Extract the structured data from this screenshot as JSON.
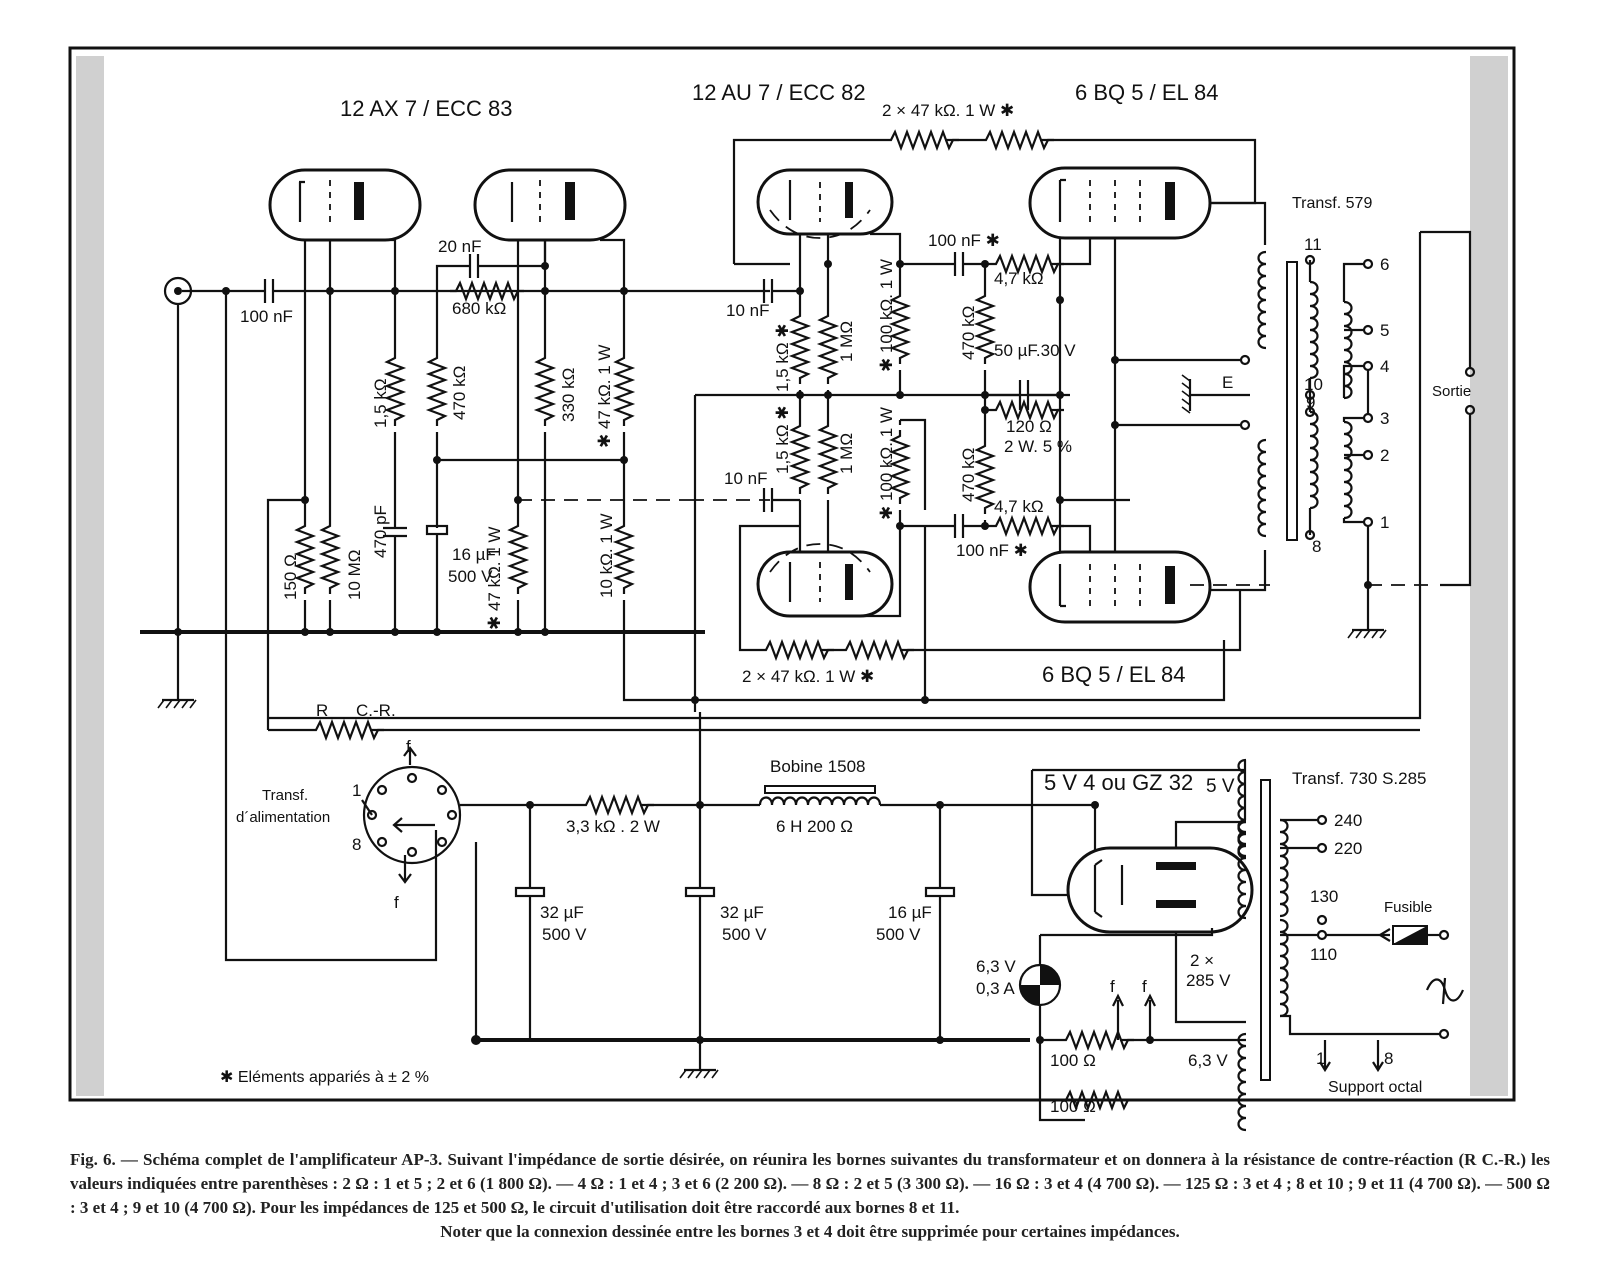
{
  "tubes": {
    "v1": "12 AX 7 / ECC 83",
    "v2": "12 AU 7 / ECC 82",
    "v3": "6 BQ 5 / EL 84",
    "v4": "6 BQ 5 / EL 84",
    "rect": "5 V 4 ou GZ 32"
  },
  "labels": {
    "c_in": "100 nF",
    "r150": "150 Ω",
    "r10m": "10 MΩ",
    "r1k5": "1,5 kΩ",
    "c470p": "470 pF",
    "c20n": "20 nF",
    "r680k": "680 kΩ",
    "r470k": "470 kΩ",
    "c16u": "16 µF",
    "v500a": "500 V",
    "r47k_a": "✱ 47 kΩ. 1 W",
    "r330k": "330 kΩ",
    "r47k_b": "✱ 47 kΩ. 1 W",
    "r10k": "10 kΩ. 1 W",
    "c10n_a": "10 nF",
    "c10n_b": "10 nF",
    "r1k5_a": "1,5 kΩ ✱",
    "r1k5_b": "1,5 kΩ ✱",
    "r1m_a": "1 MΩ",
    "r1m_b": "1 MΩ",
    "r100k_a": "✱ 100 kΩ. 1 W",
    "r100k_b": "✱ 100 kΩ. 1 W",
    "r2x47_top": "2 × 47 kΩ. 1 W ✱",
    "r2x47_bot": "2 × 47 kΩ. 1 W ✱",
    "c100n_a": "100 nF ✱",
    "c100n_b": "100 nF ✱",
    "r4k7_a": "4,7 kΩ",
    "r4k7_b": "4,7 kΩ",
    "r470k_a": "470 kΩ",
    "r470k_b": "470 kΩ",
    "c50u": "50 µF.30 V",
    "r120": "120 Ω",
    "r120b": "2 W. 5 %",
    "transf579": "Transf. 579",
    "pin11": "11",
    "pin10": "10",
    "pin9": "9",
    "pin8": "8",
    "e": "E",
    "out6": "6",
    "out5": "5",
    "out4": "4",
    "out3": "3",
    "out2": "2",
    "out1": "1",
    "sortie": "Sortie",
    "rcr_r": "R",
    "rcr_cr": "C.-R.",
    "transf_alim1": "Transf.",
    "transf_alim2": "d´alimentation",
    "sock1": "1",
    "sock8": "8",
    "f_top": "f",
    "f_bot": "f",
    "r3k3": "3,3 kΩ . 2 W",
    "bobine": "Bobine 1508",
    "bobine2": "6 H 200 Ω",
    "c32a": "32 µF",
    "c32a_v": "500 V",
    "c32b": "32 µF",
    "c32b_v": "500 V",
    "c16b": "16 µF",
    "c16b_v": "500 V",
    "transf730": "Transf. 730 S.285",
    "fivev": "5 V",
    "t240": "240",
    "t220": "220",
    "t130": "130",
    "t110": "110",
    "fusible": "Fusible",
    "lamp1": "6,3 V",
    "lamp2": "0,3 A",
    "twox": "2 ×",
    "t285": "285 V",
    "f1": "f",
    "f2": "f",
    "r100a": "100 Ω",
    "r100b": "100 Ω",
    "v63": "6,3 V",
    "oct1": "1",
    "oct8": "8",
    "support": "Support octal",
    "note": "✱ Eléments appariés à ± 2 %"
  },
  "caption": {
    "line1": "Fig. 6. — Schéma complet de l'amplificateur AP-3. Suivant l'impédance de sortie désirée, on réunira les bornes suivantes du transformateur et on donnera à la résistance de contre-réaction (R C.-R.) les valeurs indiquées entre parenthèses : 2 Ω : 1 et 5 ; 2 et 6 (1 800 Ω). — 4 Ω : 1 et 4 ; 3 et 6 (2 200 Ω). — 8 Ω : 2 et 5 (3 300 Ω). — 16 Ω : 3 et 4 (4 700 Ω). — 125 Ω : 3 et 4 ; 8 et 10 ; 9 et 11 (4 700 Ω). — 500 Ω : 3 et 4 ; 9 et 10 (4 700 Ω). Pour les impédances de 125 et 500 Ω, le circuit d'utilisation doit être raccordé aux bornes 8 et 11.",
    "line2": "Noter que la connexion dessinée entre les bornes 3 et 4 doit être supprimée pour certaines impédances."
  }
}
